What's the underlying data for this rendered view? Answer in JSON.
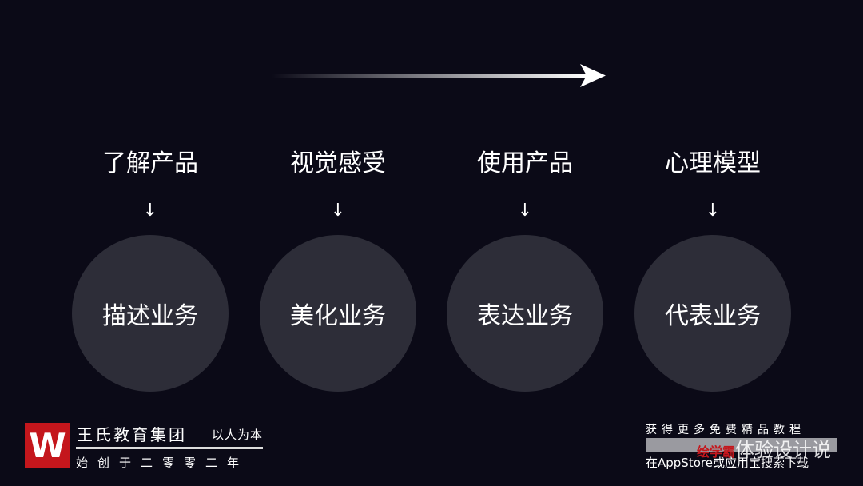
{
  "columns": [
    {
      "title": "了解产品",
      "arrow": "↓",
      "circle": "描述业务"
    },
    {
      "title": "视觉感受",
      "arrow": "↓",
      "circle": "美化业务"
    },
    {
      "title": "使用产品",
      "arrow": "↓",
      "circle": "表达业务"
    },
    {
      "title": "心理模型",
      "arrow": "↓",
      "circle": "代表业务"
    }
  ],
  "footer": {
    "logo_letter": "W",
    "org": "王氏教育集团",
    "slogan": "以人为本",
    "since": "始创于二零零二年",
    "promo": "获得更多免费精品教程",
    "watermark_brand": "绘学霸",
    "watermark": "体验设计说",
    "download": "在AppStore或应用宝搜索下载"
  }
}
